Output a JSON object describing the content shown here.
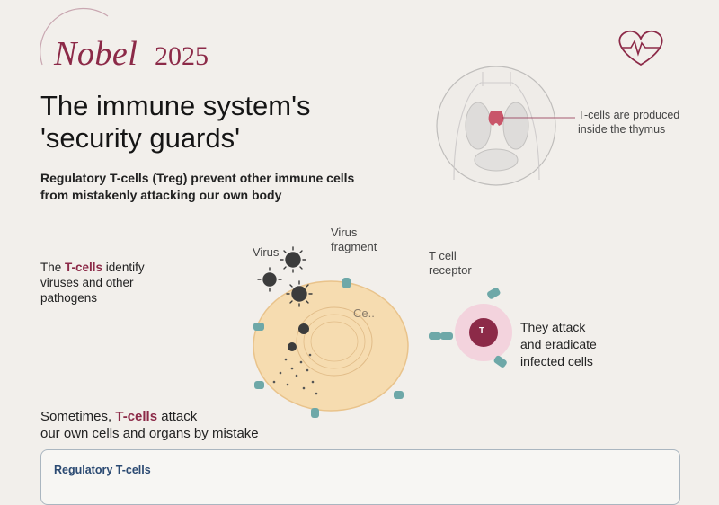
{
  "header": {
    "logo_nobel": "Nobel",
    "logo_year": "2025",
    "heart_icon": "heart-pulse-icon"
  },
  "title": {
    "line1": "The immune system's",
    "line2": "'security guards'"
  },
  "subtitle": {
    "line1": "Regulatory T-cells (Treg) prevent other immune cells",
    "line2": "from mistakenly attacking our own body"
  },
  "thymus": {
    "note_line1": "T-cells are produced",
    "note_line2": "inside the thymus"
  },
  "diagram": {
    "identify_pre": "The ",
    "identify_hl": "T-cells",
    "identify_post": " identify viruses and other pathogens",
    "label_virus": "Virus",
    "label_fragment_1": "Virus",
    "label_fragment_2": "fragment",
    "label_receptor_1": "T cell",
    "label_receptor_2": "receptor",
    "label_cell": "Ce..",
    "tcell_letter": "T",
    "attack_line1": "They attack",
    "attack_line2": "and eradicate",
    "attack_line3": "infected cells"
  },
  "mistake": {
    "pre": "Sometimes, ",
    "hl": "T-cells",
    "post": " attack",
    "line2": "our own cells and organs by mistake"
  },
  "regulatory_box": {
    "title": "Regulatory T-cells"
  },
  "colors": {
    "accent": "#8c2a48",
    "background": "#f2efeb",
    "cell_fill": "#f6dcb0",
    "receptor": "#6ea8a8",
    "virus": "#3c3c3c",
    "box_title": "#2b4a72"
  }
}
